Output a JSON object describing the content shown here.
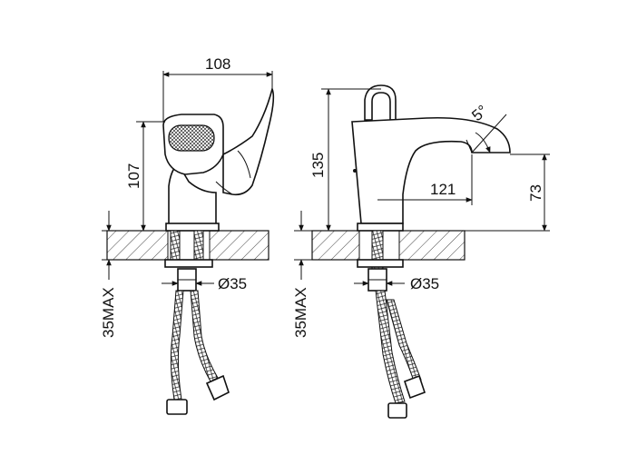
{
  "front_view": {
    "dim_width": "108",
    "dim_height": "107",
    "dim_diameter": "Ø35",
    "dim_max_depth": "35MAX"
  },
  "side_view": {
    "dim_height": "135",
    "dim_angle": "5°",
    "dim_reach": "121",
    "dim_spout_height": "73",
    "dim_diameter": "Ø35",
    "dim_max_depth": "35MAX"
  },
  "colors": {
    "line": "#111111",
    "background": "#ffffff"
  }
}
